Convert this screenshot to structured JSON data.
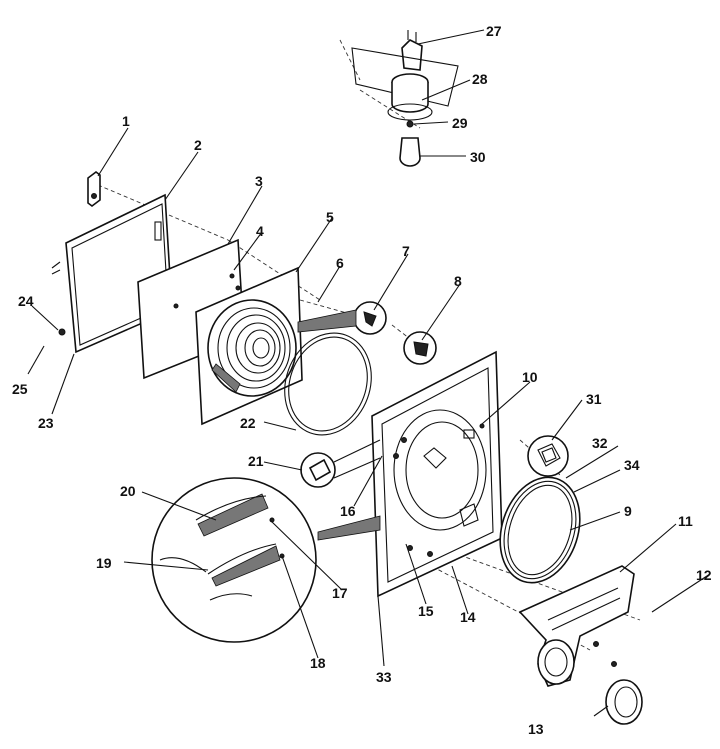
{
  "callouts": [
    "1",
    "2",
    "3",
    "4",
    "5",
    "6",
    "7",
    "8",
    "9",
    "10",
    "11",
    "12",
    "13",
    "14",
    "15",
    "16",
    "17",
    "18",
    "19",
    "20",
    "21",
    "22",
    "23",
    "24",
    "25",
    "27",
    "28",
    "29",
    "30",
    "31",
    "32",
    "33",
    "34"
  ],
  "colors": {
    "ink": "#111111",
    "paper": "#ffffff",
    "shade": "#777777"
  }
}
